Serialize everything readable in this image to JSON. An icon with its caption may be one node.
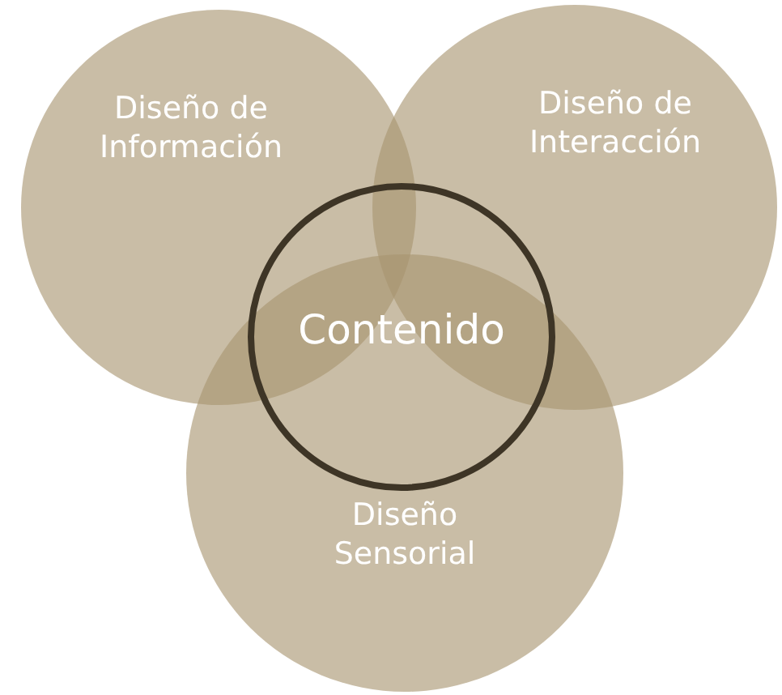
{
  "diagram": {
    "nodes": [
      {
        "text": [
          "Diseño de Información"
        ]
      },
      {
        "text": [
          "Diseño de Interacción"
        ]
      },
      {
        "text": [
          "Contenido"
        ]
      },
      {
        "text": [
          "Diseño Sensorial"
        ]
      }
    ]
  }
}
